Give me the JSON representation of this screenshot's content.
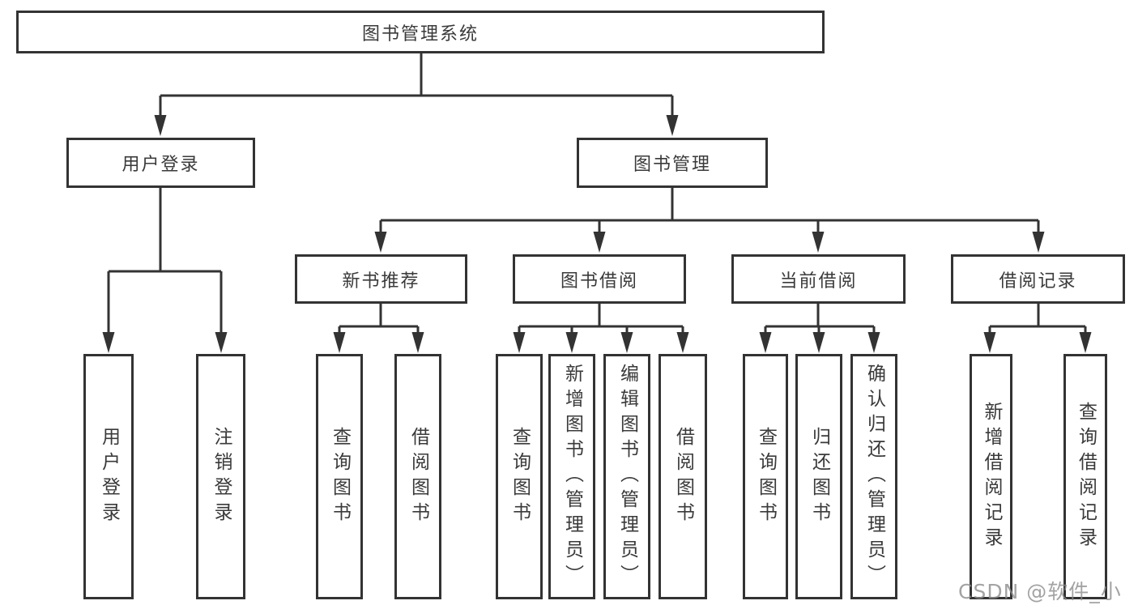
{
  "diagram": {
    "root": {
      "label": "图书管理系统",
      "children": [
        {
          "label": "用户登录",
          "children": [
            {
              "label": "用户登录"
            },
            {
              "label": "注销登录"
            }
          ]
        },
        {
          "label": "图书管理",
          "children": [
            {
              "label": "新书推荐",
              "children": [
                {
                  "label": "查询图书"
                },
                {
                  "label": "借阅图书"
                }
              ]
            },
            {
              "label": "图书借阅",
              "children": [
                {
                  "label": "查询图书"
                },
                {
                  "label": "新增图书（管理员）"
                },
                {
                  "label": "编辑图书（管理员）"
                },
                {
                  "label": "借阅图书"
                }
              ]
            },
            {
              "label": "当前借阅",
              "children": [
                {
                  "label": "查询图书"
                },
                {
                  "label": "归还图书"
                },
                {
                  "label": "确认归还（管理员）"
                }
              ]
            },
            {
              "label": "借阅记录",
              "children": [
                {
                  "label": "新增借阅记录"
                },
                {
                  "label": "查询借阅记录"
                }
              ]
            }
          ]
        }
      ]
    },
    "line_color": "#333333",
    "box_background": "#ffffff"
  },
  "watermark": {
    "text": "CSDN @软件_小贺同学"
  }
}
